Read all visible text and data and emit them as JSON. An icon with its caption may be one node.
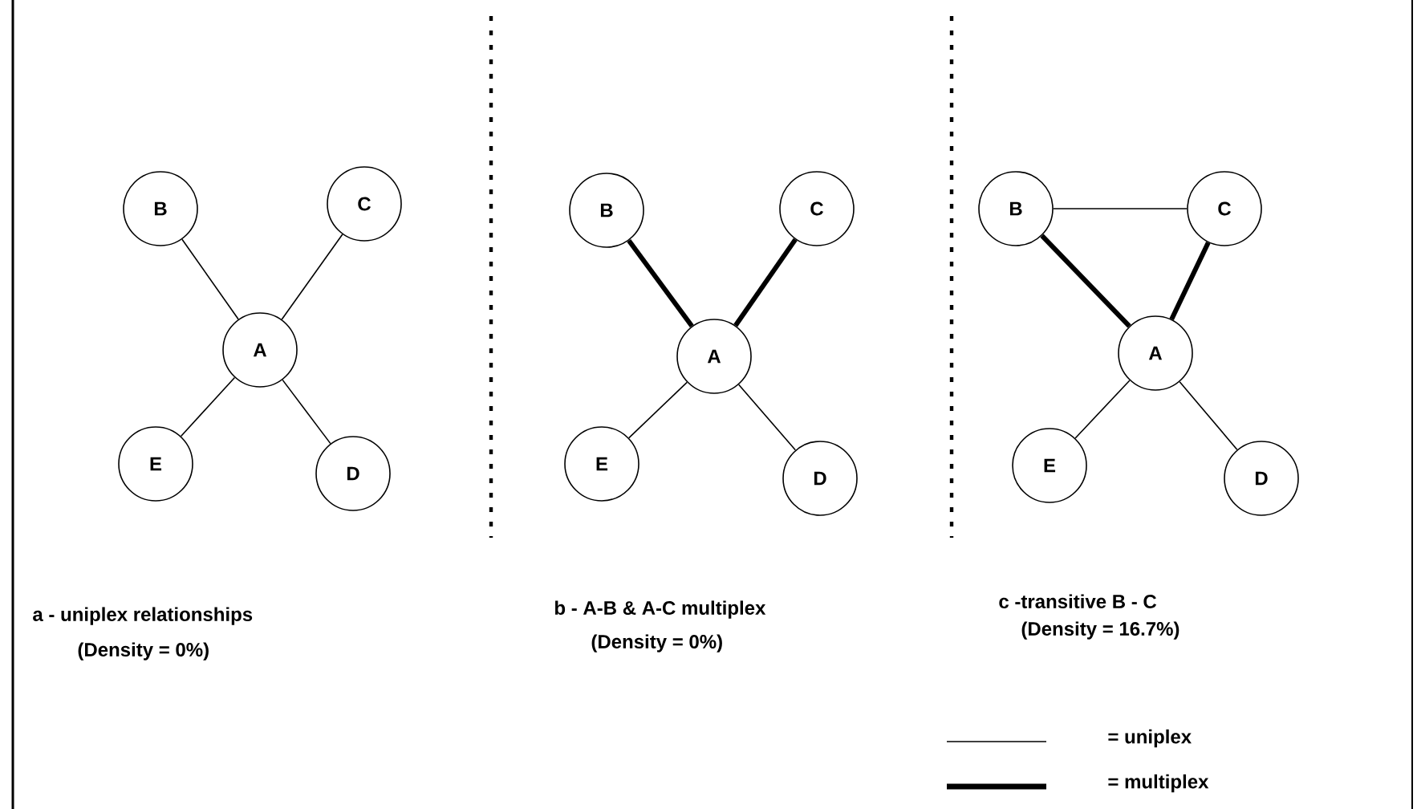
{
  "diagram": {
    "nodes": [
      {
        "text": [
          "B"
        ]
      },
      {
        "text": [
          "C"
        ]
      },
      {
        "text": [
          "A"
        ]
      },
      {
        "text": [
          "E"
        ]
      },
      {
        "text": [
          "D"
        ]
      },
      {
        "text": [
          "B"
        ]
      },
      {
        "text": [
          "C"
        ]
      },
      {
        "text": [
          "A"
        ]
      },
      {
        "text": [
          "E"
        ]
      },
      {
        "text": [
          "D"
        ]
      },
      {
        "text": [
          "B"
        ]
      },
      {
        "text": [
          "C"
        ]
      },
      {
        "text": [
          "A"
        ]
      },
      {
        "text": [
          "E"
        ]
      },
      {
        "text": [
          "D"
        ]
      }
    ],
    "edges": [
      {
        "from": 2,
        "to": 0,
        "arrow": "none"
      },
      {
        "from": 2,
        "to": 1,
        "arrow": "none"
      },
      {
        "from": 2,
        "to": 3,
        "arrow": "none"
      },
      {
        "from": 2,
        "to": 4,
        "arrow": "none"
      },
      {
        "from": 7,
        "to": 5,
        "arrow": "none",
        "style": "thick"
      },
      {
        "from": 7,
        "to": 6,
        "arrow": "none",
        "style": "thick"
      },
      {
        "from": 7,
        "to": 8,
        "arrow": "none"
      },
      {
        "from": 7,
        "to": 9,
        "arrow": "none"
      },
      {
        "from": 10,
        "to": 11,
        "arrow": "none"
      },
      {
        "from": 12,
        "to": 10,
        "arrow": "none",
        "style": "thick"
      },
      {
        "from": 12,
        "to": 11,
        "arrow": "none",
        "style": "thick"
      },
      {
        "from": 12,
        "to": 13,
        "arrow": "none"
      },
      {
        "from": 12,
        "to": 14,
        "arrow": "none"
      }
    ],
    "labels": [
      "a - uniplex relationships",
      "b - A-B & A-C multiplex",
      "c -transitive B - C",
      "(Density = 0%)",
      "(Density = 0%)",
      "(Density = 16.7%)"
    ],
    "legend": [
      {
        "text": "= uniplex"
      },
      {
        "text": "= multiplex"
      }
    ]
  }
}
